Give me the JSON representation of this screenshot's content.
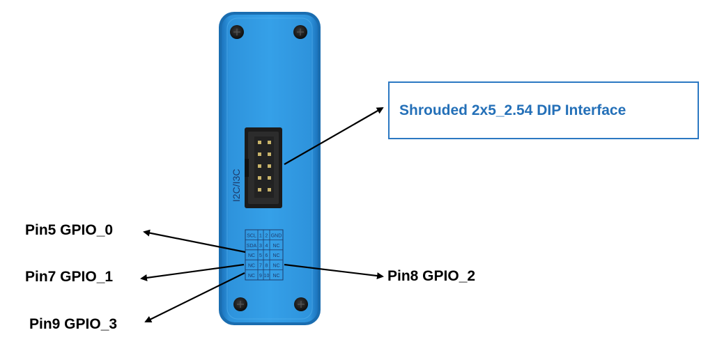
{
  "callout": {
    "text": "Shrouded 2x5_2.54 DIP Interface"
  },
  "connector_label": "I2C/I3C",
  "pin_table": {
    "rows": [
      [
        "SCL",
        "1",
        "2",
        "GND"
      ],
      [
        "SDA",
        "3",
        "4",
        "NC"
      ],
      [
        "NC",
        "5",
        "6",
        "NC"
      ],
      [
        "NC",
        "7",
        "8",
        "NC"
      ],
      [
        "NC",
        "9",
        "10",
        "NC"
      ]
    ]
  },
  "pin_labels": {
    "pin5": "Pin5 GPIO_0",
    "pin7": "Pin7 GPIO_1",
    "pin8": "Pin8 GPIO_2",
    "pin9": "Pin9 GPIO_3"
  },
  "colors": {
    "device_body": "#2d8fd6",
    "device_edge": "#1a6db0",
    "callout_border": "#2b78c2",
    "callout_text": "#2470b8",
    "arrow": "#000000"
  }
}
